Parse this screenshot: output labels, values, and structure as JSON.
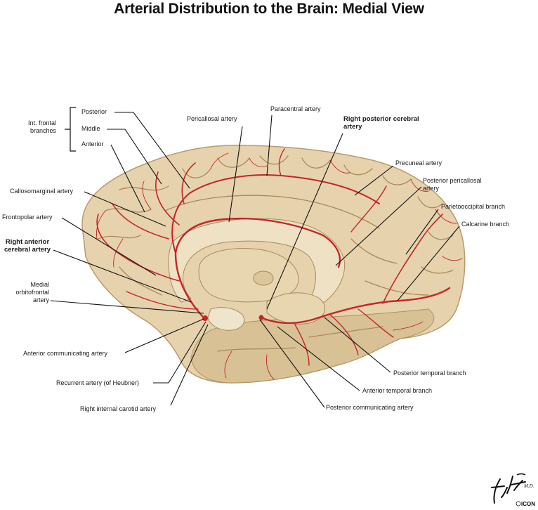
{
  "title": "Arterial Distribution to the Brain: Medial View",
  "labels": {
    "int_frontal_line1": "Int. frontal",
    "int_frontal_line2": "branches",
    "posterior": "Posterior",
    "middle": "Middle",
    "anterior": "Anterior",
    "pericallosal": "Pericallosal artery",
    "paracentral": "Paracentral artery",
    "right_posterior_cerebral_line1": "Right posterior cerebral",
    "right_posterior_cerebral_line2": "artery",
    "precuneal": "Precuneal artery",
    "posterior_pericallosal_line1": "Posterior pericallosal",
    "posterior_pericallosal_line2": "artery",
    "parietooccipital": "Parietooccipital branch",
    "calcarine": "Calcarine branch",
    "callosomarginal": "Callosomarginal artery",
    "frontopolar": "Frontopolar artery",
    "right_anterior_cerebral_line1": "Right anterior",
    "right_anterior_cerebral_line2": "cerebral artery",
    "medial_orbitofrontal_line1": "Medial",
    "medial_orbitofrontal_line2": "orbitofrontal",
    "medial_orbitofrontal_line3": "artery",
    "anterior_communicating": "Anterior communicating artery",
    "recurrent": "Recurrent artery (of Heubner)",
    "right_internal_carotid": "Right internal carotid artery",
    "posterior_temporal": "Posterior temporal branch",
    "anterior_temporal": "Anterior temporal branch",
    "posterior_communicating": "Posterior communicating artery"
  },
  "signature": {
    "name": "F. Netter M.D.",
    "publisher": "ICON"
  },
  "colors": {
    "brain": "#e6d2ad",
    "brain_shadow": "#c9ad80",
    "artery": "#c2262a",
    "leader": "#111111"
  }
}
